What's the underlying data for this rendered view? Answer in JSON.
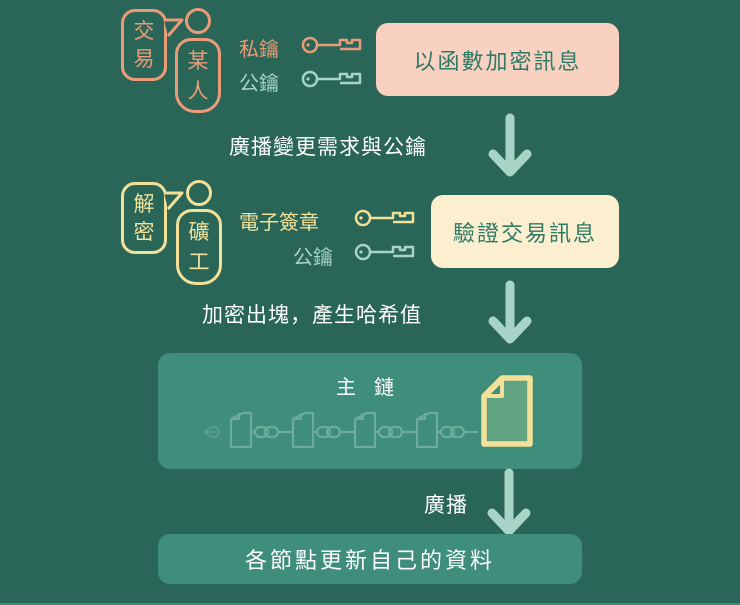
{
  "colors": {
    "background": "#2a6657",
    "salmon": "#ec9b78",
    "salmon_fill": "#f8d1c0",
    "teal_light": "#a8d4c8",
    "yellow": "#f3e19a",
    "yellow_fill": "#fcefcf",
    "panel": "#3f8e7b",
    "text_on_pill": "#2f7a66",
    "white": "#ffffff"
  },
  "step1": {
    "bubble_lines": [
      "交",
      "易"
    ],
    "person_lines": [
      "某",
      "人"
    ],
    "private_key_label": "私鑰",
    "public_key_label": "公鑰",
    "action": "以函數加密訊息"
  },
  "transition1": {
    "text": "廣播變更需求與公鑰",
    "icon": "arrow-down-icon"
  },
  "step2": {
    "bubble_lines": [
      "解",
      "密"
    ],
    "person_lines": [
      "礦",
      "工"
    ],
    "signature_label": "電子簽章",
    "public_key_label": "公鑰",
    "action": "驗證交易訊息"
  },
  "transition2": {
    "text": "加密出塊，產生哈希值",
    "icon": "arrow-down-icon"
  },
  "mainchain": {
    "title": "主鏈",
    "block_count": 5,
    "icons": [
      "chain-link-icon",
      "document-block-icon"
    ]
  },
  "transition3": {
    "text": "廣播",
    "icon": "arrow-down-icon"
  },
  "final": {
    "text": "各節點更新自己的資料"
  }
}
